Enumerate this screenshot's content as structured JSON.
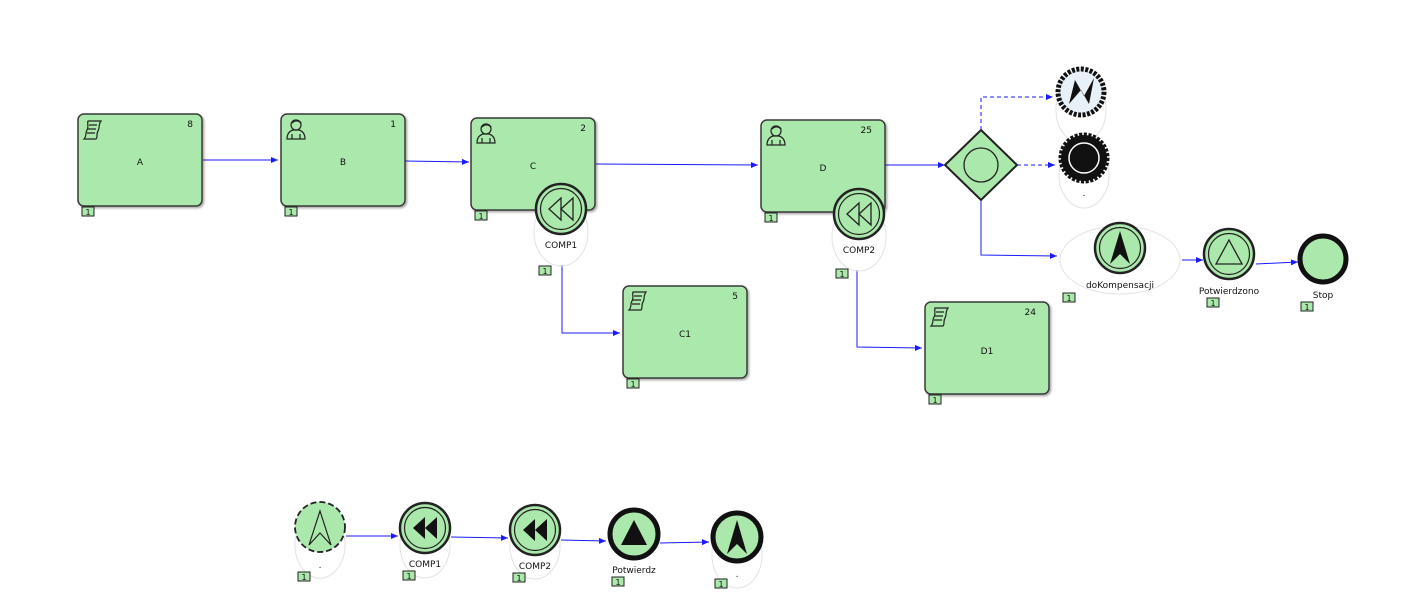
{
  "colors": {
    "task_fill": "#abe8ab",
    "stroke": "#3a3a3a",
    "flow": "#1a1aff",
    "event_fill": "#abe8ab",
    "black": "#111111",
    "badge_fill": "#abe8ab",
    "ghost": "#e3e3e3"
  },
  "tasks": {
    "A": {
      "label": "A",
      "count": "8",
      "icon": "script-icon",
      "badge": "1"
    },
    "B": {
      "label": "B",
      "count": "1",
      "icon": "user-icon",
      "badge": "1"
    },
    "C": {
      "label": "C",
      "count": "2",
      "icon": "user-icon",
      "badge": "1"
    },
    "C1": {
      "label": "C1",
      "count": "5",
      "icon": "script-icon",
      "badge": "1"
    },
    "D": {
      "label": "D",
      "count": "25",
      "icon": "user-icon",
      "badge": "1"
    },
    "D1": {
      "label": "D1",
      "count": "24",
      "icon": "script-icon",
      "badge": "1"
    }
  },
  "events": {
    "comp1": {
      "label": "COMP1",
      "badge": "1",
      "icon": "compensation-icon"
    },
    "comp2": {
      "label": "COMP2",
      "badge": "1",
      "icon": "compensation-icon"
    },
    "error_end": {
      "label": "",
      "icon": "error-icon"
    },
    "terminate_end": {
      "label": ".",
      "icon": "terminate-icon"
    },
    "dokomp": {
      "label": "doKompensacji",
      "badge": "1",
      "icon": "escalation-icon"
    },
    "potwierdzono": {
      "label": "Potwierdzono",
      "badge": "1",
      "icon": "signal-icon"
    },
    "stop": {
      "label": "Stop",
      "badge": "1",
      "icon": "none"
    },
    "b_start": {
      "label": ".",
      "badge": "1",
      "icon": "escalation-icon"
    },
    "b_comp1": {
      "label": "COMP1",
      "badge": "1",
      "icon": "compensation-icon"
    },
    "b_comp2": {
      "label": "COMP2",
      "badge": "1",
      "icon": "compensation-icon"
    },
    "b_potwierdz": {
      "label": "Potwierdz",
      "badge": "1",
      "icon": "signal-icon"
    },
    "b_end": {
      "label": ".",
      "badge": "1",
      "icon": "escalation-icon"
    }
  },
  "gateway": {
    "type": "event-based",
    "icon": "gateway-event-icon"
  }
}
